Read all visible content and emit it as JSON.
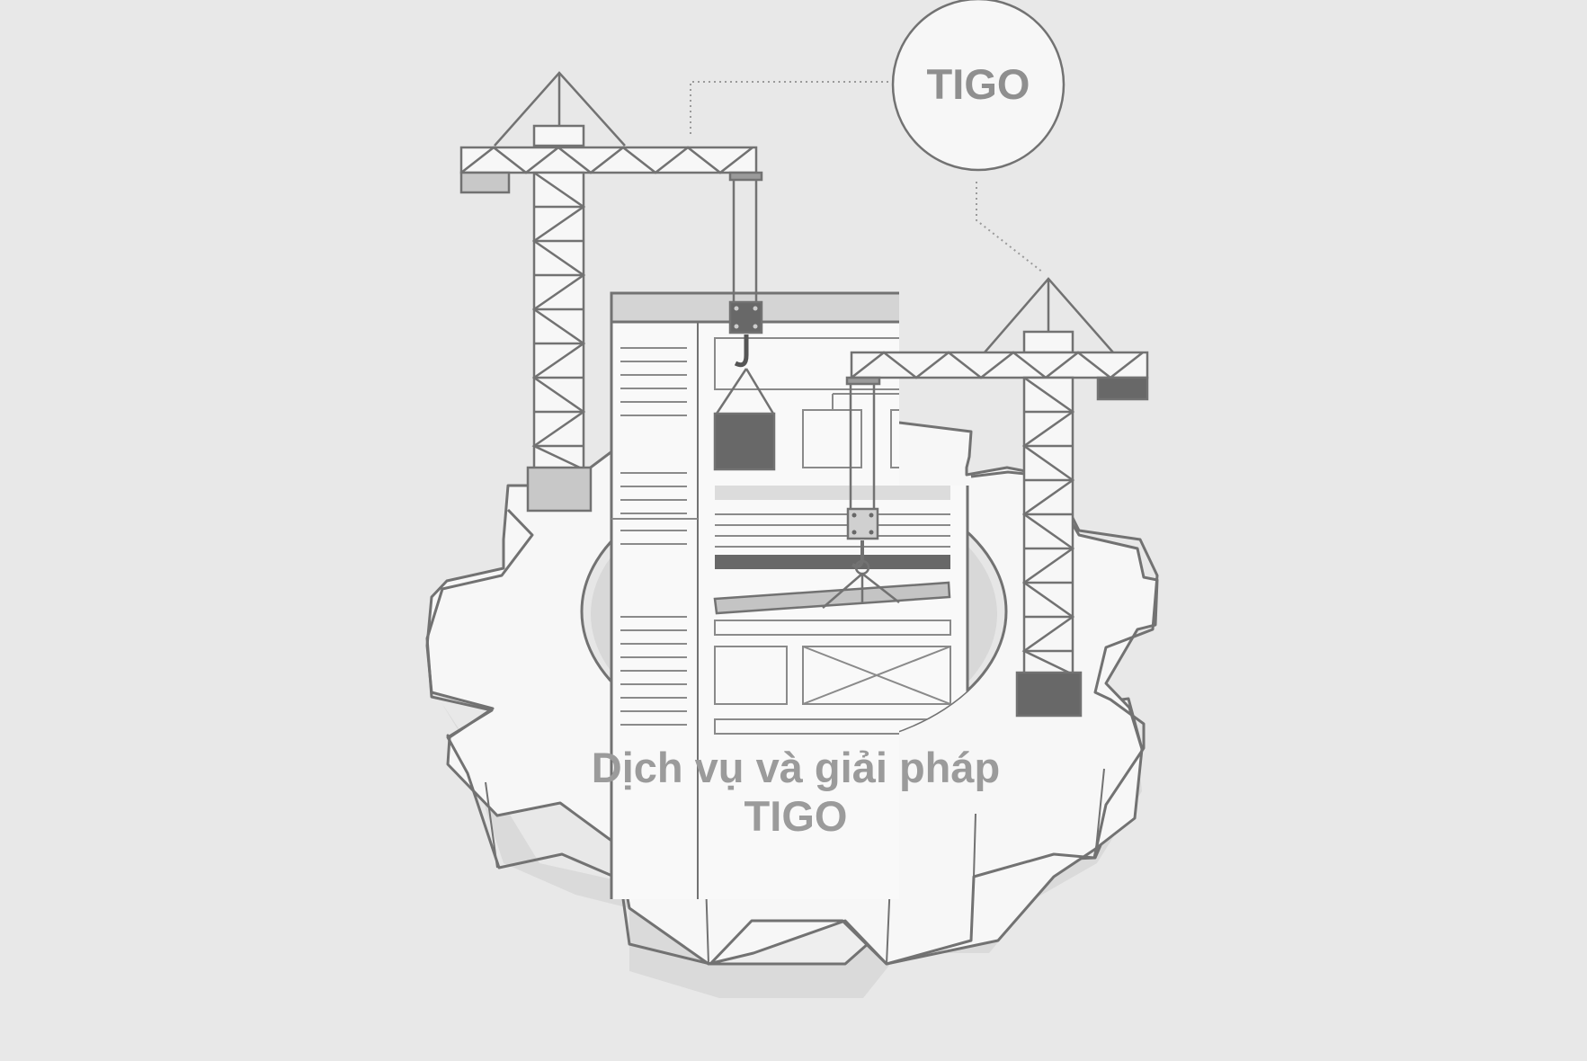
{
  "badge": {
    "label": "TIGO"
  },
  "caption": {
    "line1": "Dịch vụ và giải pháp",
    "line2": "TIGO"
  },
  "colors": {
    "background": "#e8e8e8",
    "stroke": "#727272",
    "dark_block": "#686868",
    "light_fill": "#f7f7f7",
    "text": "#9b9b9b"
  },
  "icons": [
    "gear-icon",
    "crane-icon",
    "webpage-wireframe-icon",
    "hook-icon",
    "cargo-box-icon",
    "beam-icon"
  ]
}
